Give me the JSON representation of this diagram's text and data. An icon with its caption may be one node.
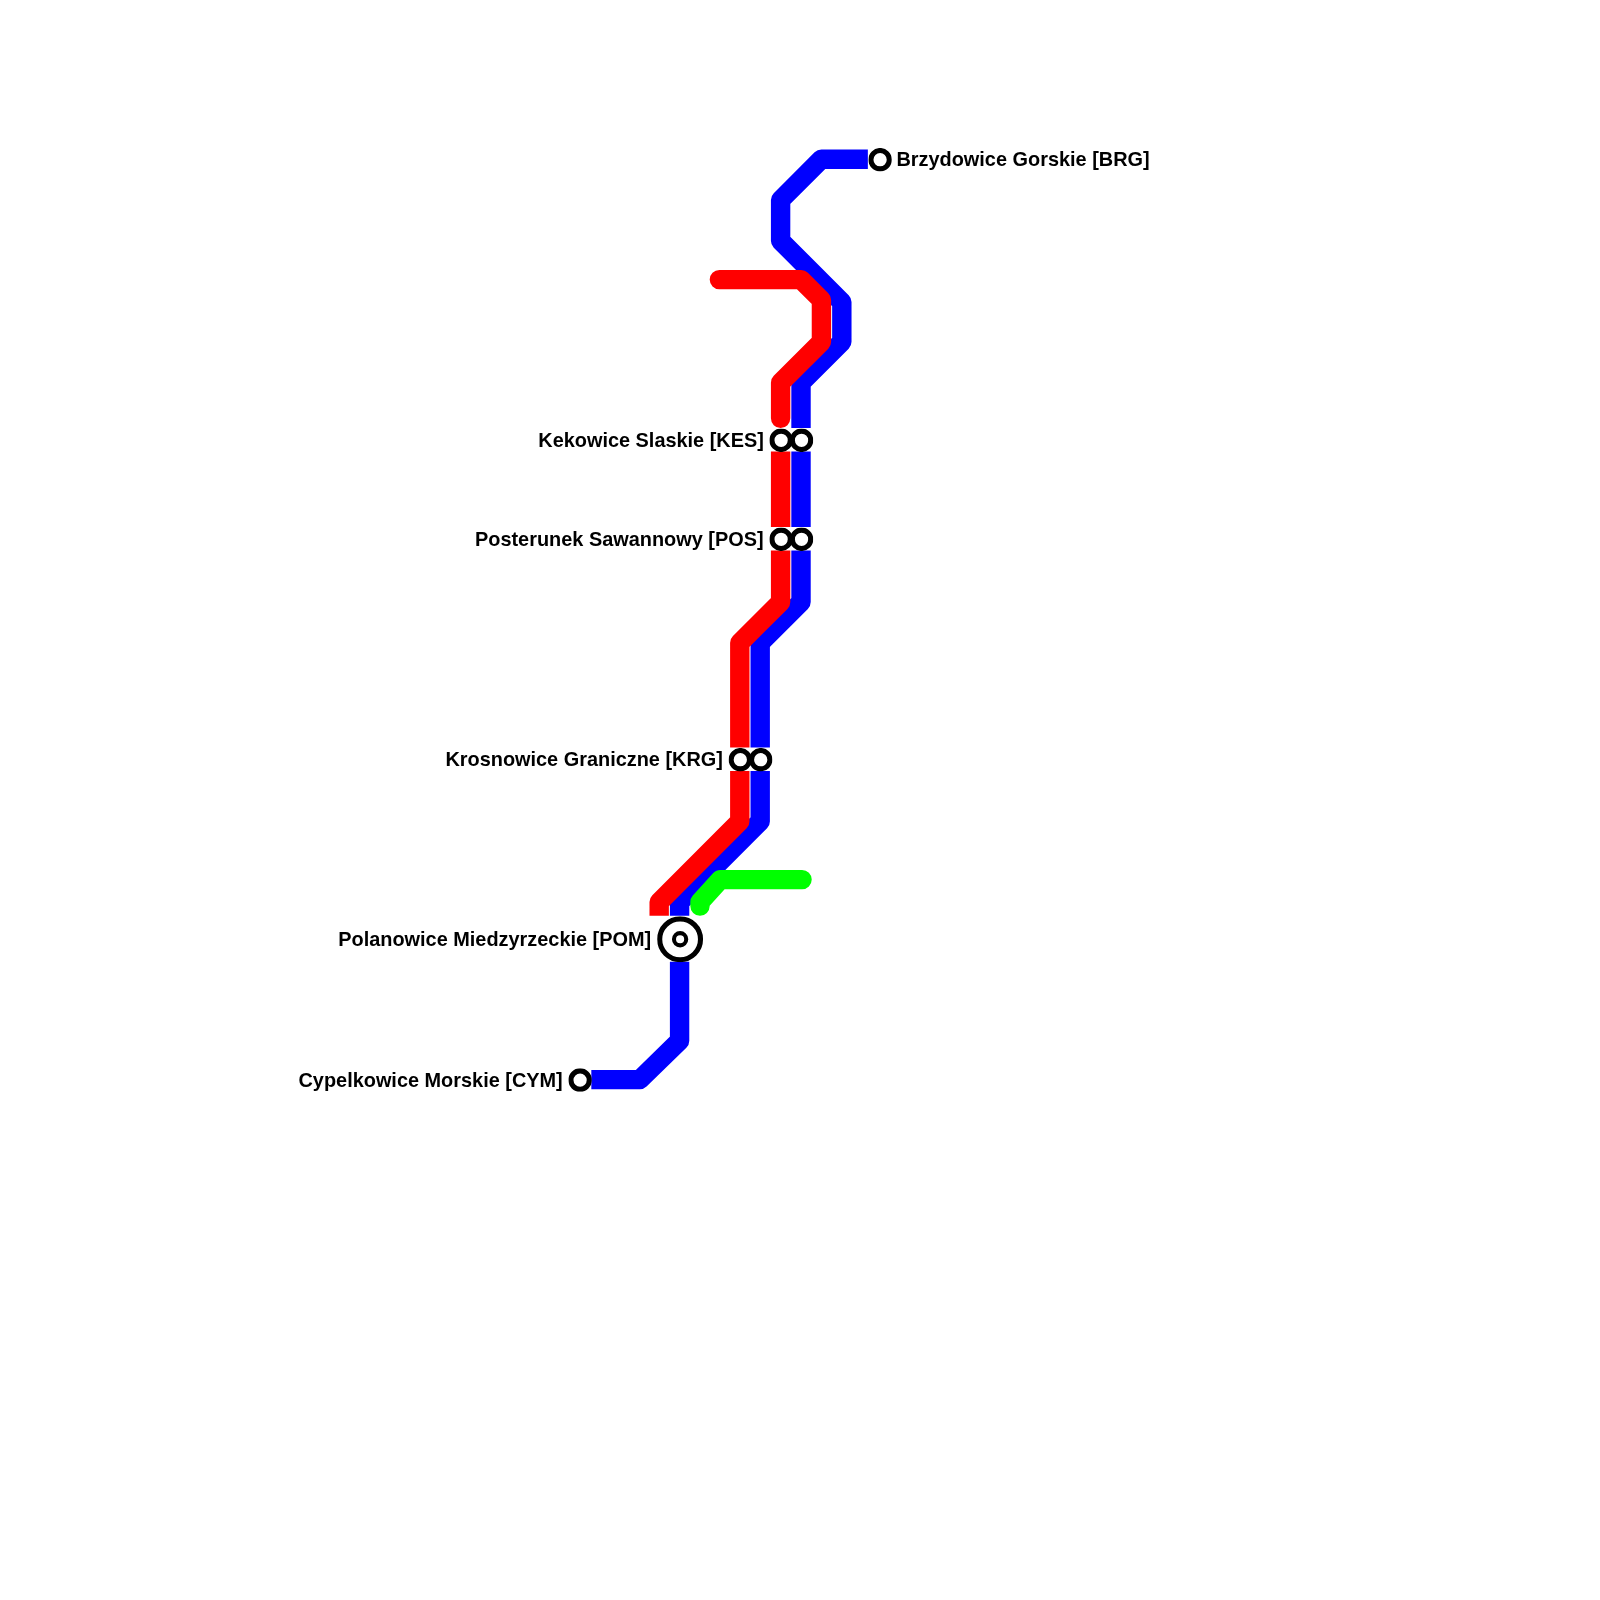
{
  "diagram": {
    "nodes": [
      {
        "text": [
          "Brzydowice Gorskie [BRG]"
        ]
      },
      {
        "text": [
          "Kekowice Slaskie [KES]"
        ]
      },
      {
        "text": [
          "Posterunek Sawannowy [POS]"
        ]
      },
      {
        "text": [
          "Krosnowice Graniczne [KRG]"
        ]
      },
      {
        "text": [
          "Polanowice Miedzyrzeckie [POM]"
        ]
      },
      {
        "text": [
          "Cypelkowice Morskie [CYM]"
        ]
      }
    ],
    "edges": [
      {
        "from": 0,
        "to": 1,
        "arrow": "none",
        "color": "#0000ff"
      },
      {
        "from": 1,
        "to": 2,
        "arrow": "none",
        "color": "#0000ff"
      },
      {
        "from": 2,
        "to": 3,
        "arrow": "none",
        "color": "#0000ff"
      },
      {
        "from": 3,
        "to": 4,
        "arrow": "none",
        "color": "#0000ff"
      },
      {
        "from": 4,
        "to": 5,
        "arrow": "none",
        "color": "#0000ff"
      },
      {
        "from": null,
        "to": 1,
        "arrow": "none",
        "color": "#ff0000"
      },
      {
        "from": 1,
        "to": 2,
        "arrow": "none",
        "color": "#ff0000"
      },
      {
        "from": 2,
        "to": 3,
        "arrow": "none",
        "color": "#ff0000"
      },
      {
        "from": 3,
        "to": 4,
        "arrow": "none",
        "color": "#ff0000"
      },
      {
        "from": 4,
        "to": null,
        "arrow": "none",
        "color": "#00ff00"
      }
    ]
  }
}
